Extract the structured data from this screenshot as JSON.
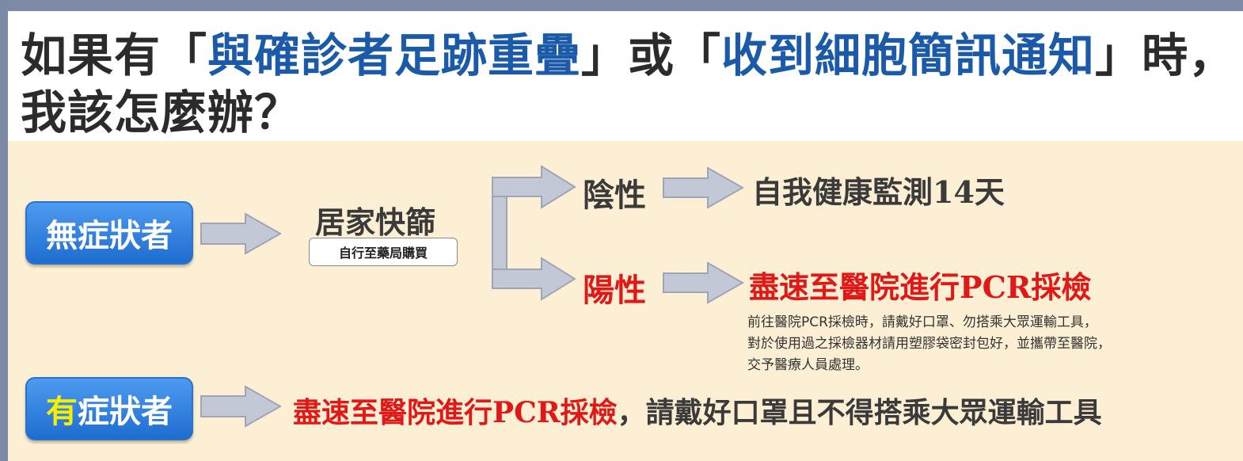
{
  "title": {
    "line1_a": "如果有「",
    "line1_hl1": "與確診者足跡重疊",
    "line1_b": "」或「",
    "line1_hl2": "收到細胞簡訊通知",
    "line1_c": "」時，",
    "line2": "我該怎麼辦？"
  },
  "asymptomatic": {
    "label": "無症狀者",
    "test_title": "居家快篩",
    "test_note": "自行至藥局購買",
    "negative_label": "陰性",
    "negative_action": "自我健康監測14天",
    "positive_label": "陽性",
    "positive_action": "盡速至醫院進行PCR採檢",
    "positive_details": [
      "前往醫院PCR採檢時，請戴好口罩、勿搭乘大眾運輸工具，",
      "對於使用過之採檢器材請用塑膠袋密封包好，並攜帶至醫院，",
      "交予醫療人員處理。"
    ]
  },
  "symptomatic": {
    "label_highlight": "有",
    "label_rest": "症狀者",
    "action_red": "盡速至醫院進行PCR採檢",
    "action_dark": "，請戴好口罩且不得搭乘大眾運輸工具"
  },
  "colors": {
    "background_frame": "#7d8aa6",
    "title_highlight": "#1a5aa8",
    "panel": "#fdefd4",
    "pill": "#1f6cd0",
    "positive_red": "#e01818",
    "dark_text": "#3a3a3a",
    "arrow_fill": "#c3c8d6"
  }
}
